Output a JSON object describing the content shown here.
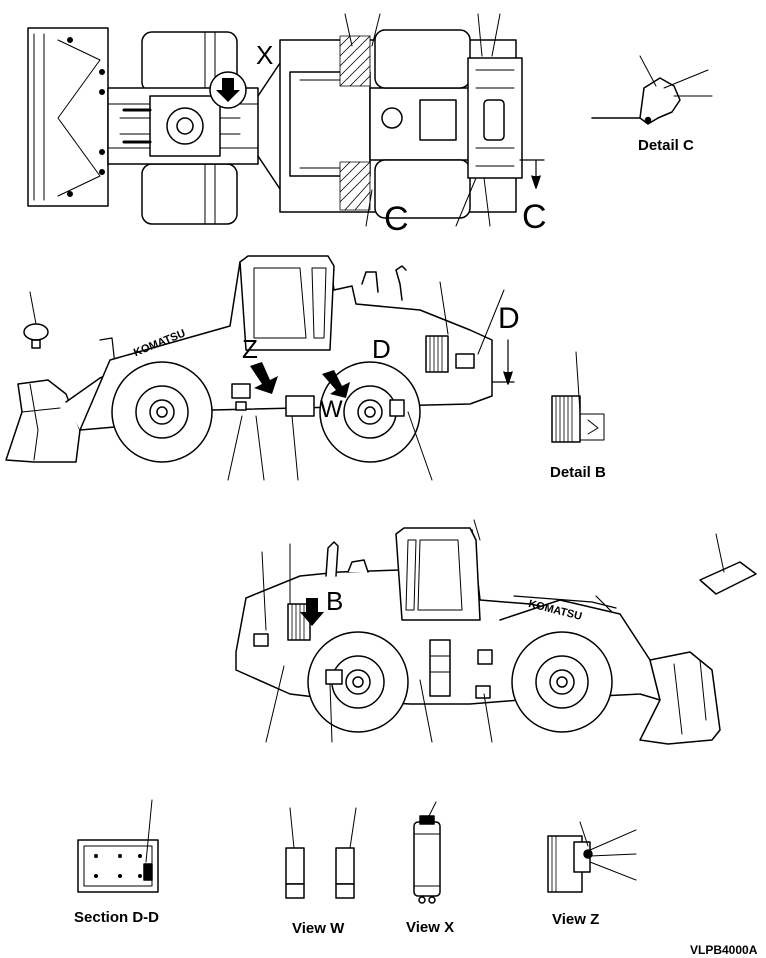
{
  "captions": {
    "detail_c": "Detail C",
    "detail_b": "Detail B",
    "section_dd": "Section D-D",
    "view_w": "View W",
    "view_x": "View X",
    "view_z": "View Z"
  },
  "figure_code": "VLPB4000A",
  "view_markers": {
    "x": "X",
    "c_left": "C",
    "c_right": "C",
    "d_arrow": "D",
    "z": "Z",
    "d_mid": "D",
    "w": "W",
    "b": "B",
    "brand_left": "KOMATSU",
    "brand_right": "KOMATSU"
  }
}
